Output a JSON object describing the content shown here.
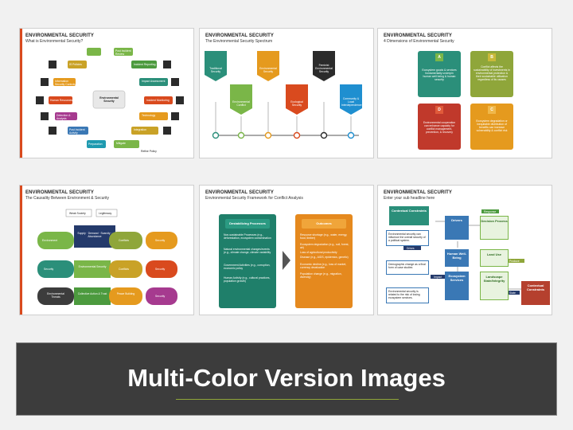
{
  "slides": [
    {
      "title": "ENVIRONMENTAL SECURITY",
      "subtitle": "What is Environmental Security?",
      "center": "Environmental Security",
      "left_items": [
        "IS Policies",
        "Information Security Controls",
        "Human Resources",
        "Detection & Analysis",
        "Post Incident Activity"
      ],
      "right_items": [
        "Post Incident Review",
        "Incident Reporting",
        "Impact Assessment",
        "Incident Monitoring",
        "Technology",
        "Integration",
        "Mitigate"
      ],
      "bottom_items": [
        "Preparation",
        "Refine Policy"
      ]
    },
    {
      "title": "ENVIRONMENTAL SECURITY",
      "subtitle": "The Environmental Security Spectrum",
      "items": [
        "Traditional Security",
        "Environmental Conflict",
        "Environmental Security",
        "Ecological Security",
        "Feminist Environmental Security",
        "Community & Local Interdependence"
      ]
    },
    {
      "title": "ENVIRONMENTAL SECURITY",
      "subtitle": "4 Dimensions of Environmental Security",
      "cards": [
        {
          "letter": "A",
          "text": "Ecosystem goods & services fundamentally underpin human well being & human security"
        },
        {
          "letter": "B",
          "text": "Conflict affects the sustainability of investments in environmental protection & their sustainable utilization regardless of its causes"
        },
        {
          "letter": "D",
          "text": "Environmental cooperation can enhance capacity for conflict management, prevention, & recovery"
        },
        {
          "letter": "C",
          "text": "Ecosystem degradation or inequitable distribution of benefits can increase vulnerability & conflict risk"
        }
      ]
    },
    {
      "title": "ENVIRONMENTAL SECURITY",
      "subtitle": "The Causality Between Environment & Security",
      "top_labels": [
        "Weak Society",
        "Legitimacy"
      ],
      "rows": [
        [
          "Environment",
          "Supply · Demand · Scarcity · Abundance",
          "Conflicts",
          "Security"
        ],
        [
          "Security",
          "Environmental Security",
          "Conflicts",
          "Security"
        ],
        [
          "Environmental Threats",
          "Collective Action & Trust",
          "Peace Building",
          "Security"
        ]
      ]
    },
    {
      "title": "ENVIRONMENTAL SECURITY",
      "subtitle": "Environmental Security Framework for Conflict Analysis",
      "left_head": "Destabilizing Processes",
      "right_head": "Outcomes",
      "left_text": [
        "Non-sustainable Processes (e.g., deforestation, ecosystem contamination",
        "Natural environmental changes/events (e.g., climate change, climate variability",
        "Government Activities (e.g., corruption, economic policy",
        "Human Activity (e.g., cultural practices, population growth)"
      ],
      "right_text": [
        "Resource shortage (e.g., water, energy, food, timber)",
        "Ecosystem degradation (e.g., soil, forest, air)",
        "Loss of agricultural productivity",
        "Disease (e.g., AIDS, epidemics, genetic)",
        "Economic decline (e.g., loss of market, currency devaluation",
        "Population change (e.g., migration, diversity)"
      ]
    },
    {
      "title": "ENVIRONMENTAL SECURITY",
      "subtitle": "Enter your sub headline here",
      "boxes": [
        "Contextual Constraints",
        "Drivers",
        "Decision Process",
        "Human Well-Being",
        "Land Use",
        "Ecosystem Services",
        "Landscape State/Integrity",
        "Contextual Constraints"
      ],
      "notes": [
        "Environmental security can influence the overall security of a political system.",
        "Demographic change as a final form of case studies",
        "Environmental security is related to the risk of losing ecosystem services."
      ],
      "arrow_labels": [
        "Response",
        "Drives",
        "Impact",
        "Produce",
        "State"
      ]
    }
  ],
  "banner": {
    "title": "Multi-Color Version Images"
  }
}
